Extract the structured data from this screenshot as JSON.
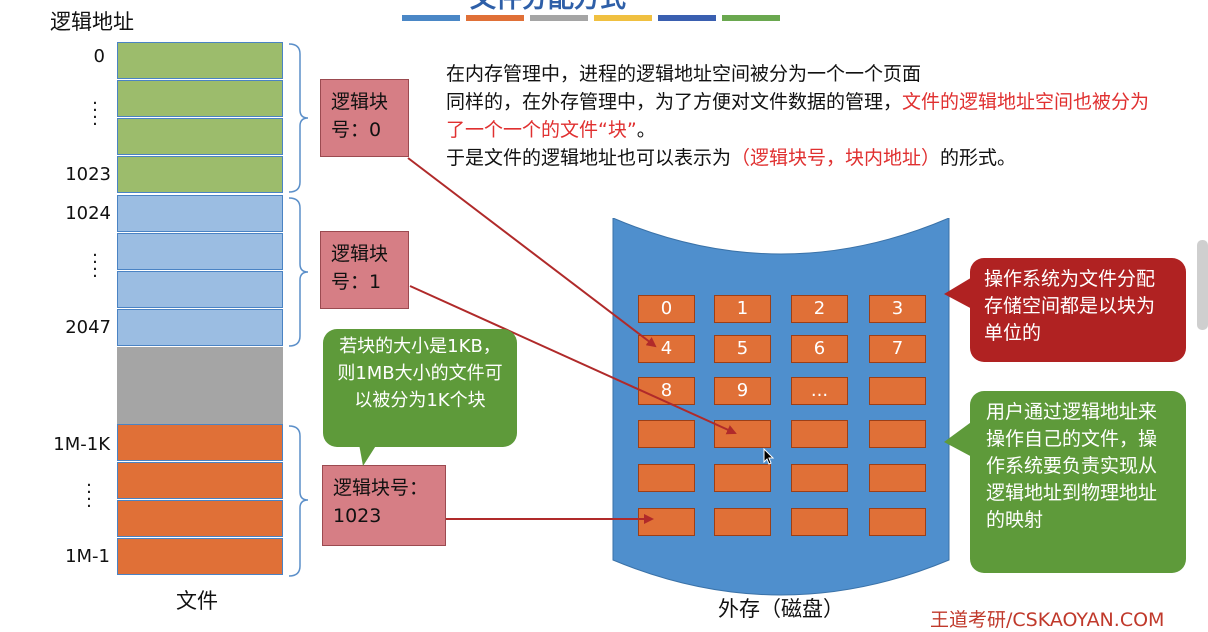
{
  "header": {
    "title": "文件分配方式",
    "stripe_colors": [
      "#4a87c6",
      "#e07037",
      "#a5a5a5",
      "#f0c040",
      "#3a5fb0",
      "#6aa84f"
    ]
  },
  "left_column": {
    "title": "逻辑地址",
    "labels": [
      "0",
      "1023",
      "1024",
      "2047",
      "1M-1K",
      "1M-1"
    ],
    "caption": "文件"
  },
  "logical_blocks": [
    {
      "text": "逻辑块号：0"
    },
    {
      "text": "逻辑块号：1"
    },
    {
      "text": "逻辑块号：1023"
    }
  ],
  "explanation": {
    "line1": "在内存管理中，进程的逻辑地址空间被分为一个一个页面",
    "line2_prefix": "同样的，在外存管理中，为了方便对文件数据的管理，",
    "line2_highlight": "文件的逻辑地址空间也被分为了一个一个的文件“块”",
    "line2_suffix": "。",
    "line3_prefix": "于是文件的逻辑地址也可以表示为",
    "line3_highlight": "（逻辑块号，块内地址）",
    "line3_suffix": "的形式。"
  },
  "disk": {
    "caption": "外存（磁盘）",
    "block_labels": [
      "0",
      "1",
      "2",
      "3",
      "4",
      "5",
      "6",
      "7",
      "8",
      "9",
      "...",
      ""
    ]
  },
  "bubbles": {
    "size_note": "若块的大小是1KB，则1MB大小的文件可以被分为1K个块",
    "os_note": "操作系统为文件分配存储空间都是以块为单位的",
    "user_note": "用户通过逻辑地址来操作自己的文件，操作系统要负责实现从逻辑地址到物理地址的映射"
  },
  "watermark": "王道考研/CSKAOYAN.COM",
  "colors": {
    "green": "#9cbc6c",
    "blue": "#9bbde2",
    "gray": "#a5a5a5",
    "orange": "#e07037",
    "pink": "#d67e85",
    "disk_blue": "#4f8fcd",
    "bubble_red": "#b02222",
    "bubble_green": "#5e9a3a",
    "arrow": "#b02a2a"
  }
}
